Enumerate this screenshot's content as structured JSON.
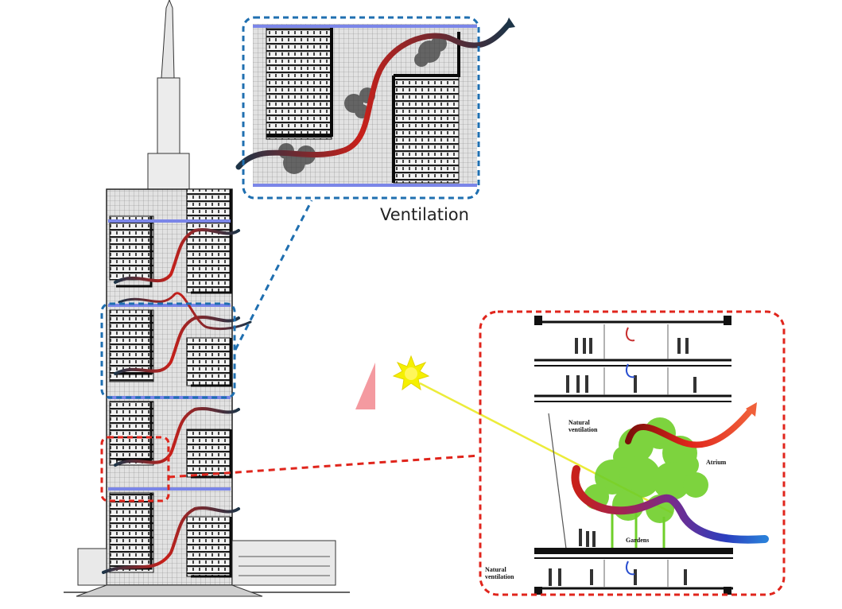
{
  "figure": {
    "caption": "Ventilation"
  },
  "detail_labels": {
    "natural_ventilation_upper_line1": "Natural",
    "natural_ventilation_upper_line2": "ventilation",
    "atrium": "Atrium",
    "gardens": "Gardens",
    "natural_ventilation_lower_line1": "Natural",
    "natural_ventilation_lower_line2": "ventilation"
  },
  "colors": {
    "callout_blue": "#1f6fb0",
    "callout_red": "#e0251c",
    "floor_band": "#7b86e8",
    "sun": "#f5f000",
    "sun_ray": "#ecec3a",
    "triangle": "#f49aa0",
    "foliage": "#6fcf2a",
    "airflow_red": "#c8201a",
    "airflow_dark": "#1d3447",
    "building_fill": "#d7d7d7",
    "building_line": "#222222"
  },
  "icons": [
    "sun-icon",
    "pink-triangle-icon",
    "airflow-arrow-icon"
  ]
}
